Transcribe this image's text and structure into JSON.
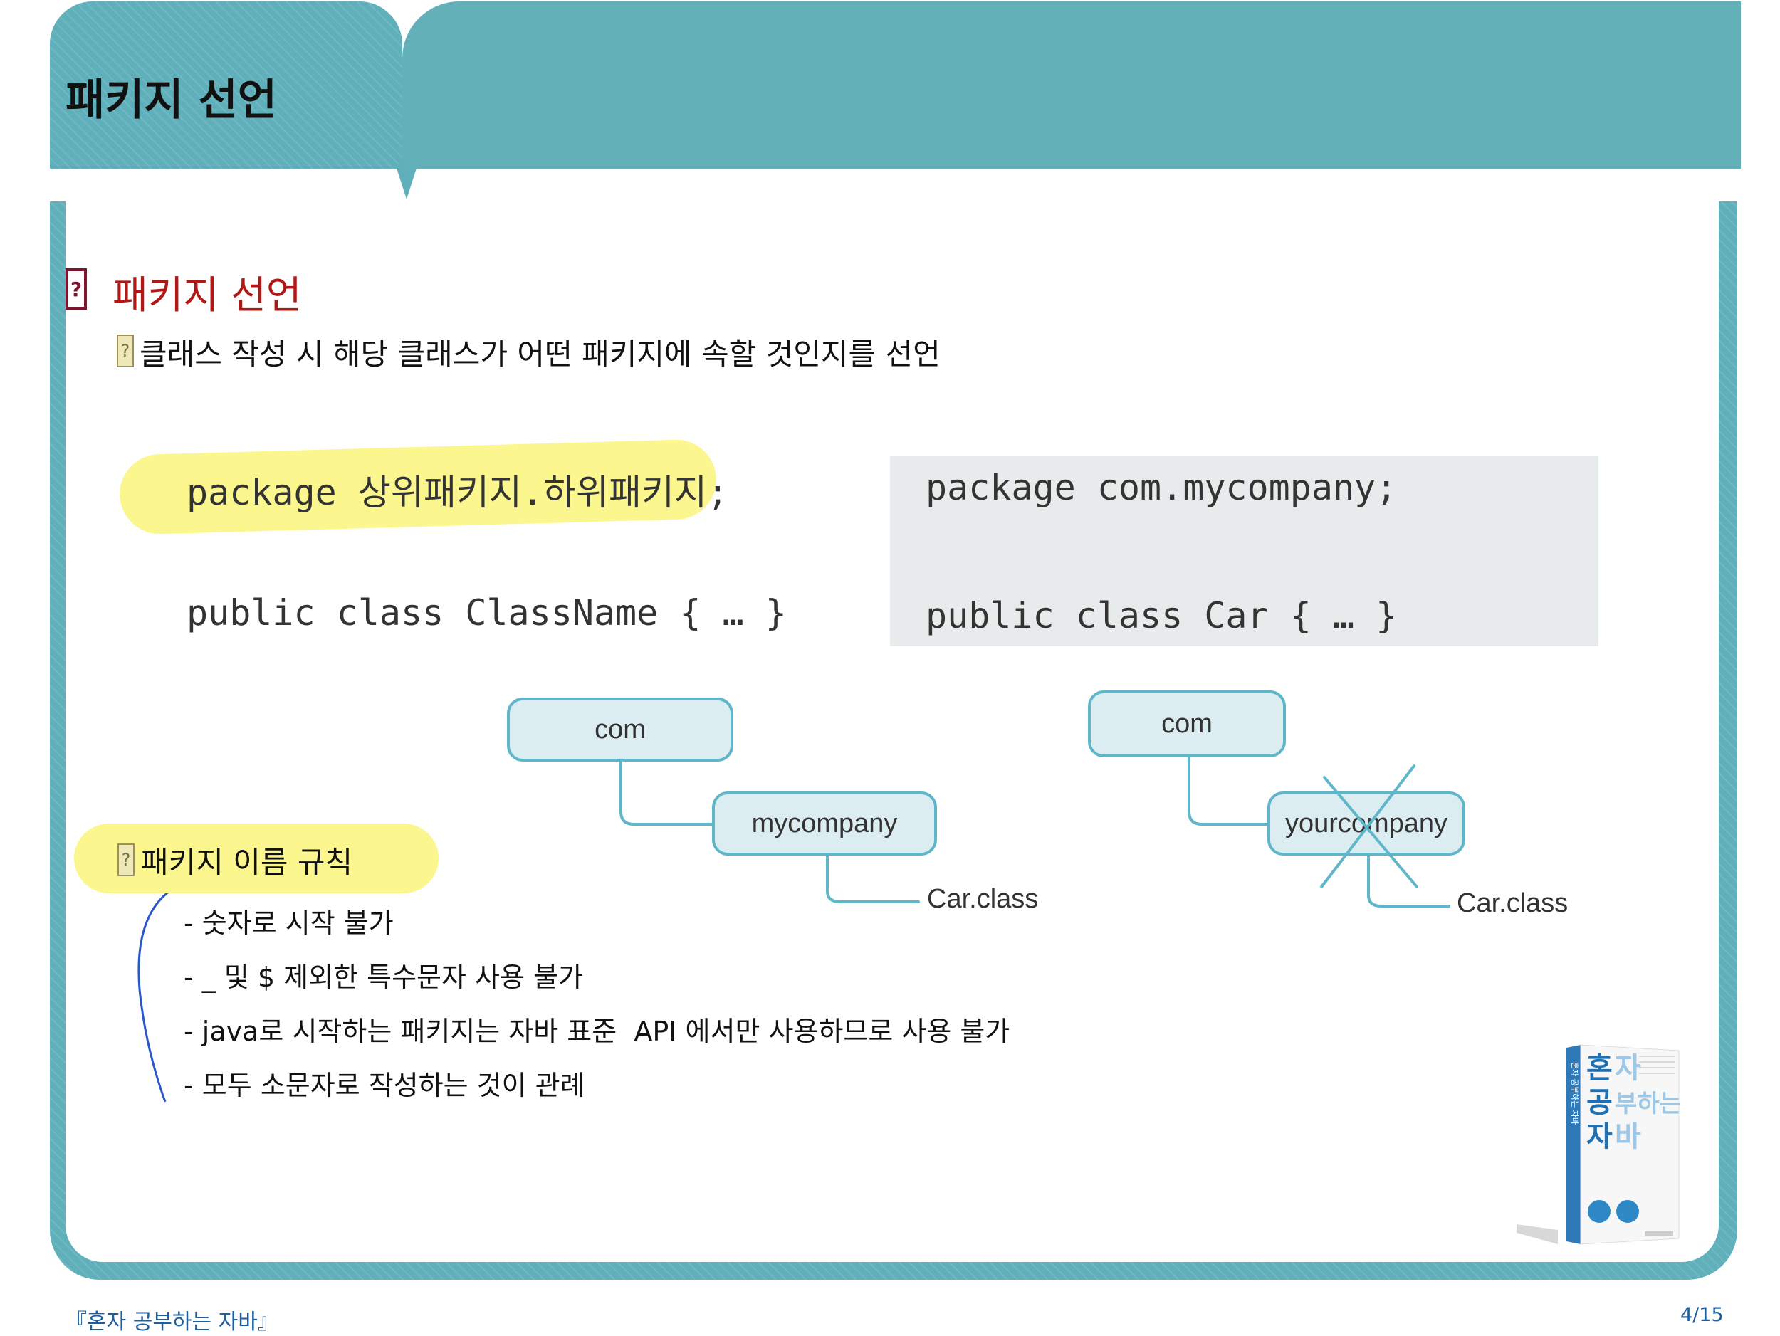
{
  "header": {
    "title": "패키지 선언"
  },
  "section": {
    "title": "패키지 선언",
    "description": "클래스 작성 시 해당 클래스가 어떤 패키지에 속할 것인지를 선언"
  },
  "code_general": {
    "package_line": "package 상위패키지.하위패키지;",
    "class_line": "public class ClassName { … }"
  },
  "code_example": {
    "package_line": "package com.mycompany;",
    "class_line": "public class Car { … }"
  },
  "diagram_valid": {
    "root": "com",
    "child": "mycompany",
    "leaf": "Car.class"
  },
  "diagram_invalid": {
    "root": "com",
    "child": "yourcompany",
    "leaf": "Car.class"
  },
  "naming_rules": {
    "title": "패키지 이름 규칙",
    "items": [
      "- 숫자로 시작 불가",
      "- _ 및 $ 제외한 특수문자 사용 불가",
      "- java로 시작하는 패키지는 자바 표준  API 에서만 사용하므로 사용 불가",
      "- 모두 소문자로 작성하는 것이 관례"
    ]
  },
  "book": {
    "title_chars": [
      "혼",
      "자",
      "공",
      "부하는",
      "자",
      "바"
    ],
    "spine": "혼자 공부하는 자바"
  },
  "footer": {
    "book_title": "『혼자 공부하는 자바』",
    "page": "4/15"
  },
  "colors": {
    "header_teal": "#64b0b9",
    "section_title_red": "#b01818",
    "highlight_yellow": "#fbf68e",
    "node_border": "#5fb6c8",
    "footer_blue": "#1e5fa0"
  }
}
